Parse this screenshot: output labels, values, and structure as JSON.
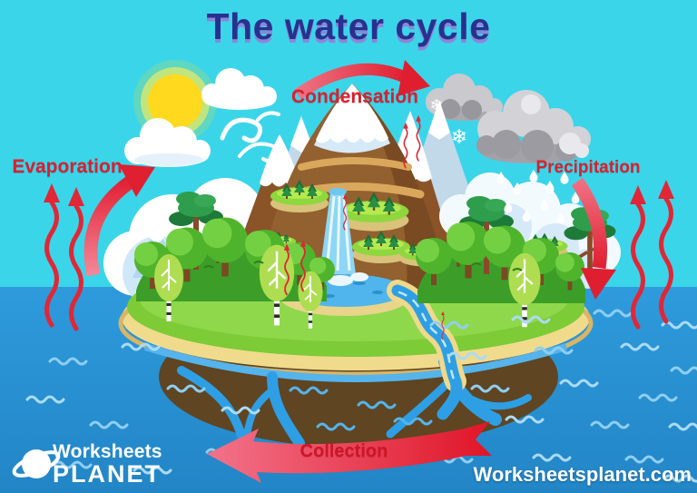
{
  "title": {
    "text": "The water cycle"
  },
  "cycle_labels": {
    "condensation": "Condensation",
    "evaporation": "Evaporation",
    "precipitation": "Precipitation",
    "collection": "Collection"
  },
  "branding": {
    "logo_line1": "Worksheets",
    "logo_line2": "PLANET",
    "website": "Worksheetsplanet.com"
  },
  "glyphs": {
    "snowflake": "❄"
  },
  "colors": {
    "sky": "#3BD5EA",
    "ocean": "#2B96D8",
    "title_blue": "#28318E",
    "title_shadow": "#8D86D8",
    "label_red": "#D9202F",
    "arrow_red": "#E02736",
    "island_green": "#7CCB37",
    "sand": "#F0DB8C",
    "underside_brown": "#5F4522",
    "cloud_gray": "#A2A2A8",
    "sun_yellow": "#FFD91E"
  }
}
